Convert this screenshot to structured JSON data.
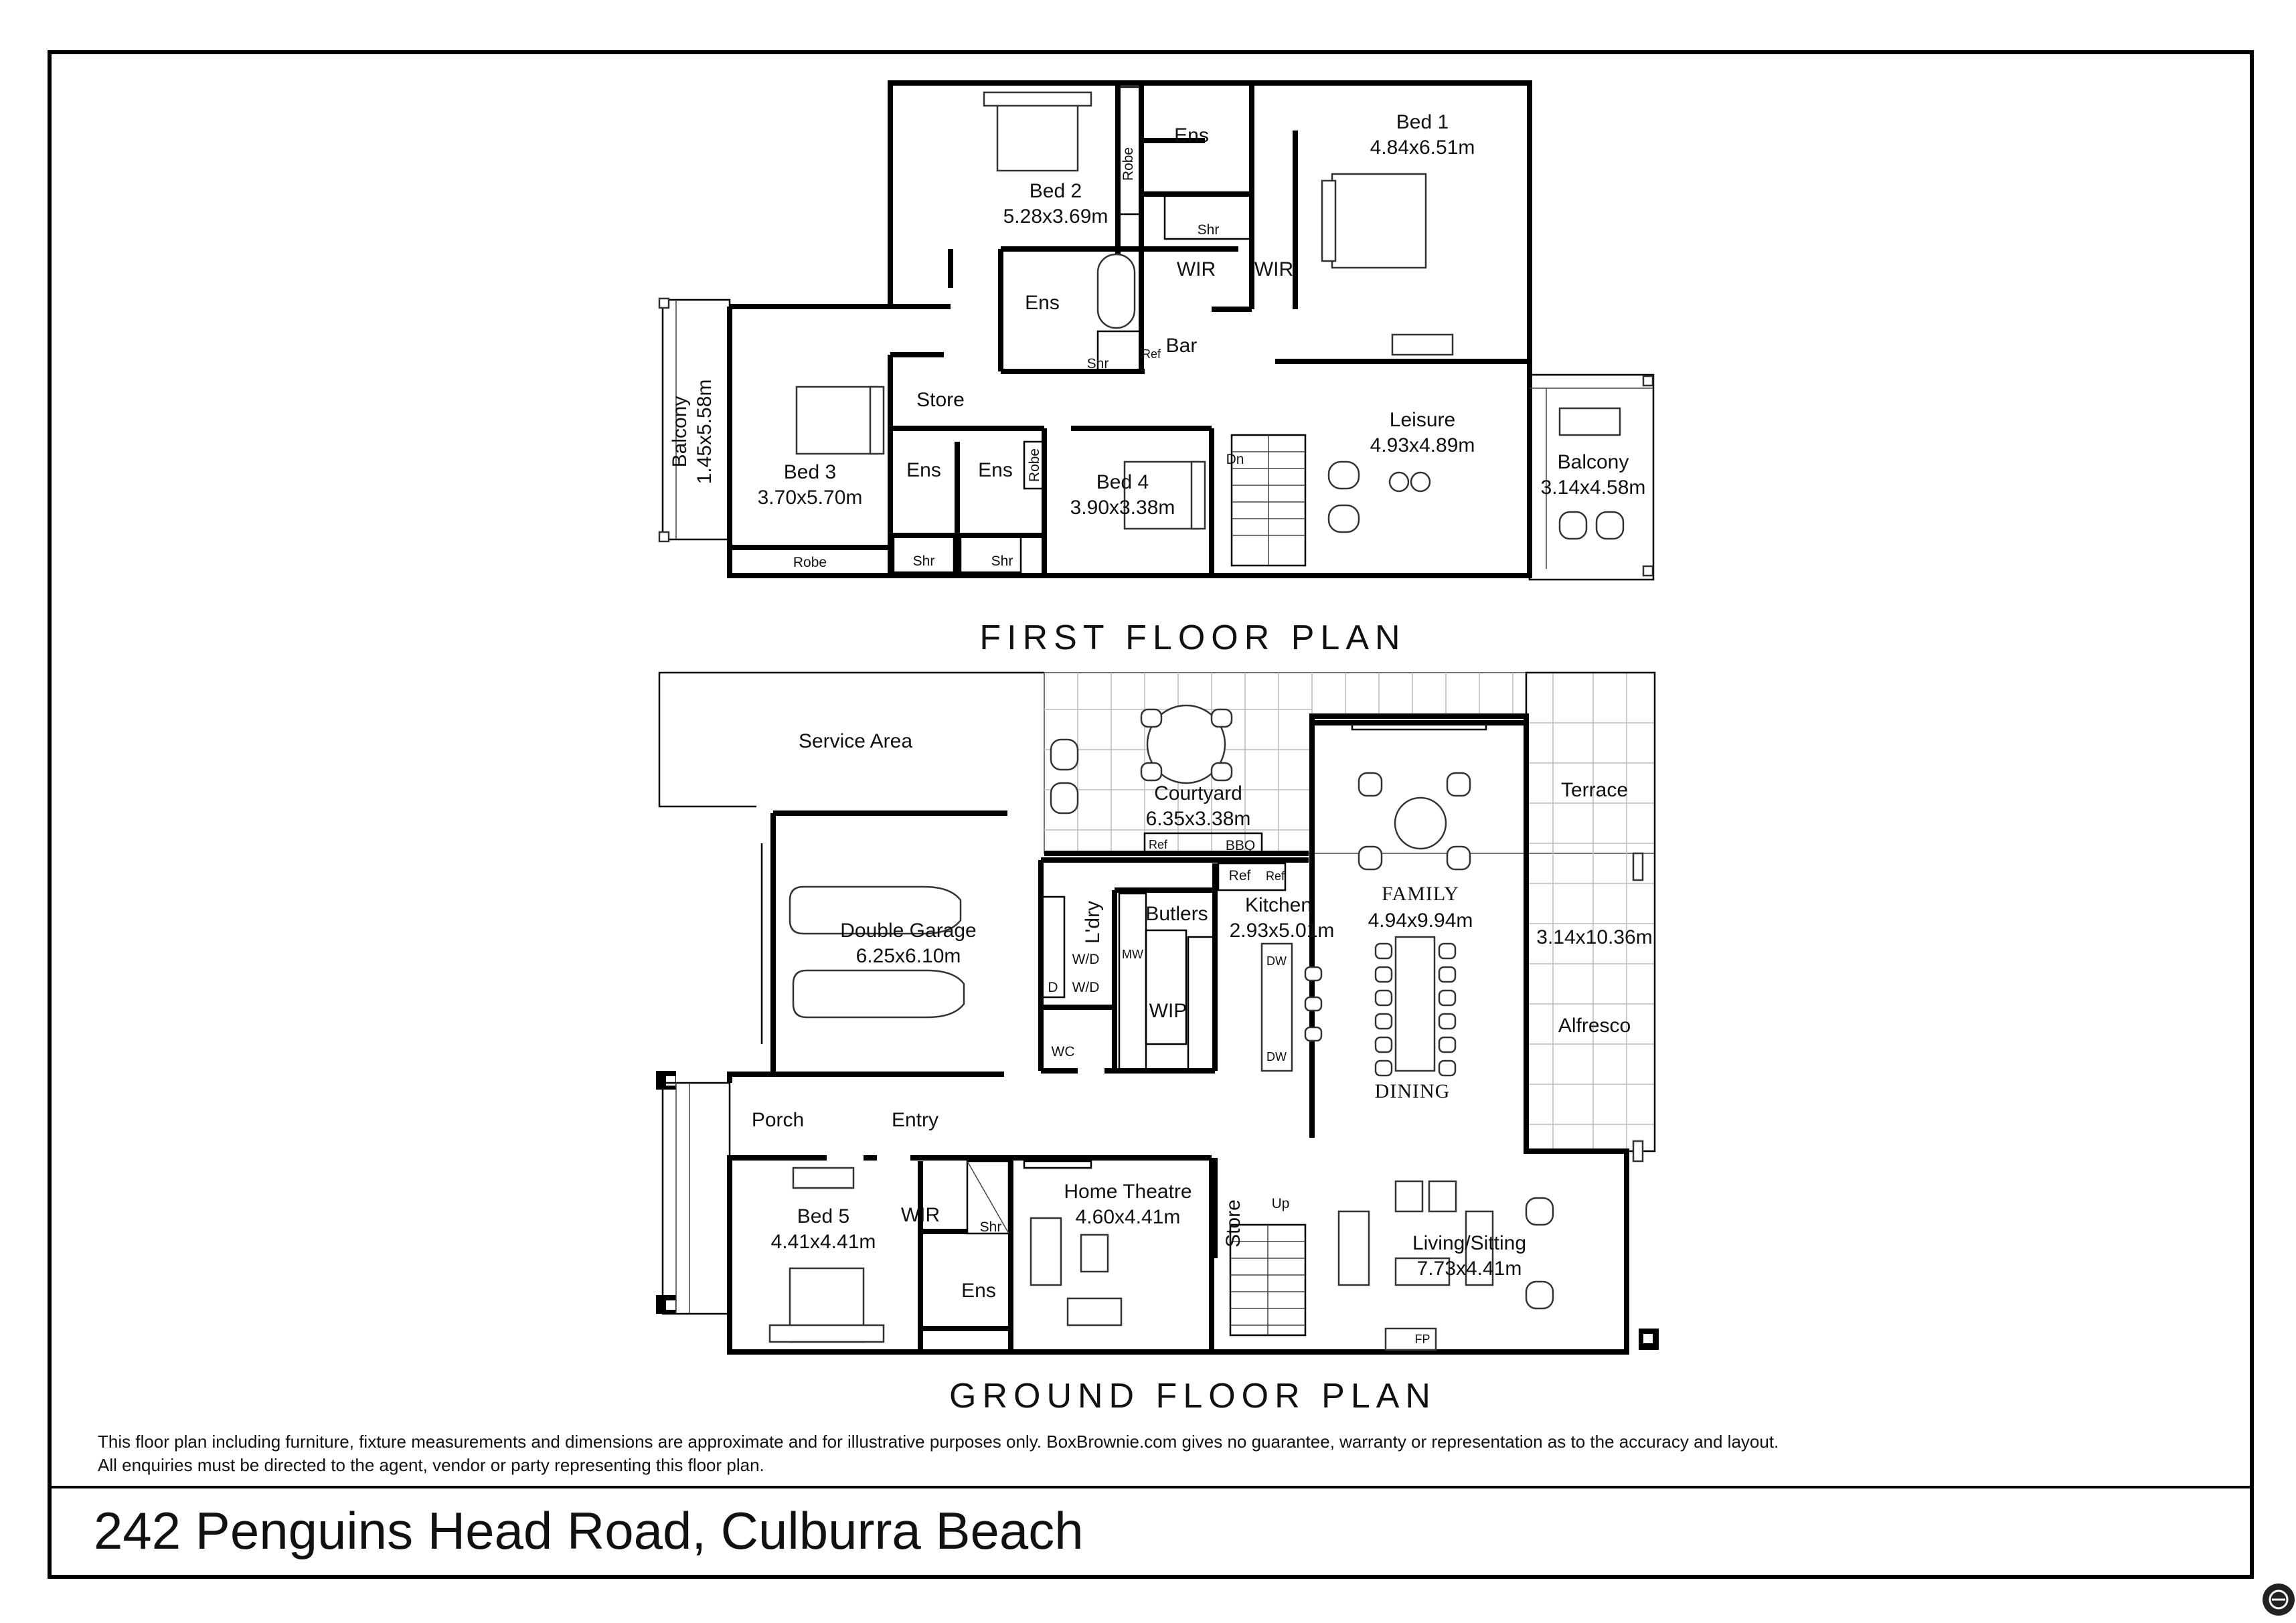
{
  "first_floor": {
    "title": "FIRST FLOOR PLAN",
    "rooms": {
      "bed2_name": "Bed 2",
      "bed2_dim": "5.28x3.69m",
      "robe_bed2": "Robe",
      "ens_top": "Ens",
      "shr_top": "Shr",
      "bed1_name": "Bed 1",
      "bed1_dim": "4.84x6.51m",
      "wir_a": "WIR",
      "wir_b": "WIR",
      "ens_bath": "Ens",
      "shr_bath": "Shr",
      "ref_bar": "Ref",
      "bar": "Bar",
      "store": "Store",
      "balcony_left_name": "Balcony",
      "balcony_left_dim": "1.45x5.58m",
      "bed3_name": "Bed 3",
      "bed3_dim": "3.70x5.70m",
      "ens_a": "Ens",
      "ens_b": "Ens",
      "robe_bed4": "Robe",
      "bed4_name": "Bed 4",
      "bed4_dim": "3.90x3.38m",
      "shr_a": "Shr",
      "shr_b": "Shr",
      "robe_bed3": "Robe",
      "dn": "Dn",
      "leisure_name": "Leisure",
      "leisure_dim": "4.93x4.89m",
      "balcony_right_name": "Balcony",
      "balcony_right_dim": "3.14x4.58m"
    }
  },
  "ground_floor": {
    "title": "GROUND FLOOR PLAN",
    "rooms": {
      "service_area": "Service Area",
      "courtyard_name": "Courtyard",
      "courtyard_dim": "6.35x3.38m",
      "ref_court": "Ref",
      "bbq": "BBQ",
      "terrace": "Terrace",
      "garage_name": "Double Garage",
      "garage_dim": "6.25x6.10m",
      "laundry": "L'dry",
      "wd_a": "W/D",
      "wd_b": "W/D",
      "d": "D",
      "butlers": "Butlers",
      "mw": "MW",
      "wip": "WIP",
      "ref_k1": "Ref",
      "ref_k2": "Ref",
      "kitchen_name": "Kitchen",
      "kitchen_dim": "2.93x5.01m",
      "dw_a": "DW",
      "dw_b": "DW",
      "family_name": "FAMILY",
      "family_dim": "4.94x9.94m",
      "dining": "DINING",
      "alfresco_dim": "3.14x10.36m",
      "alfresco": "Alfresco",
      "wc": "WC",
      "porch": "Porch",
      "entry": "Entry",
      "bed5_name": "Bed 5",
      "bed5_dim": "4.41x4.41m",
      "wir": "WIR",
      "shr": "Shr",
      "ens": "Ens",
      "theatre_name": "Home Theatre",
      "theatre_dim": "4.60x4.41m",
      "store": "Store",
      "up": "Up",
      "living_name": "Living/Sitting",
      "living_dim": "7.73x4.41m",
      "fp": "FP"
    }
  },
  "disclaimer": {
    "line1": "This floor plan including furniture, fixture measurements and dimensions are approximate and for illustrative purposes only. BoxBrownie.com gives no guarantee, warranty or representation as to the accuracy and layout.",
    "line2": "All enquiries must be directed to the agent, vendor or party representing this floor plan."
  },
  "address": "242 Penguins Head Road, Culburra Beach",
  "icons": [
    "logo-badge-icon"
  ]
}
